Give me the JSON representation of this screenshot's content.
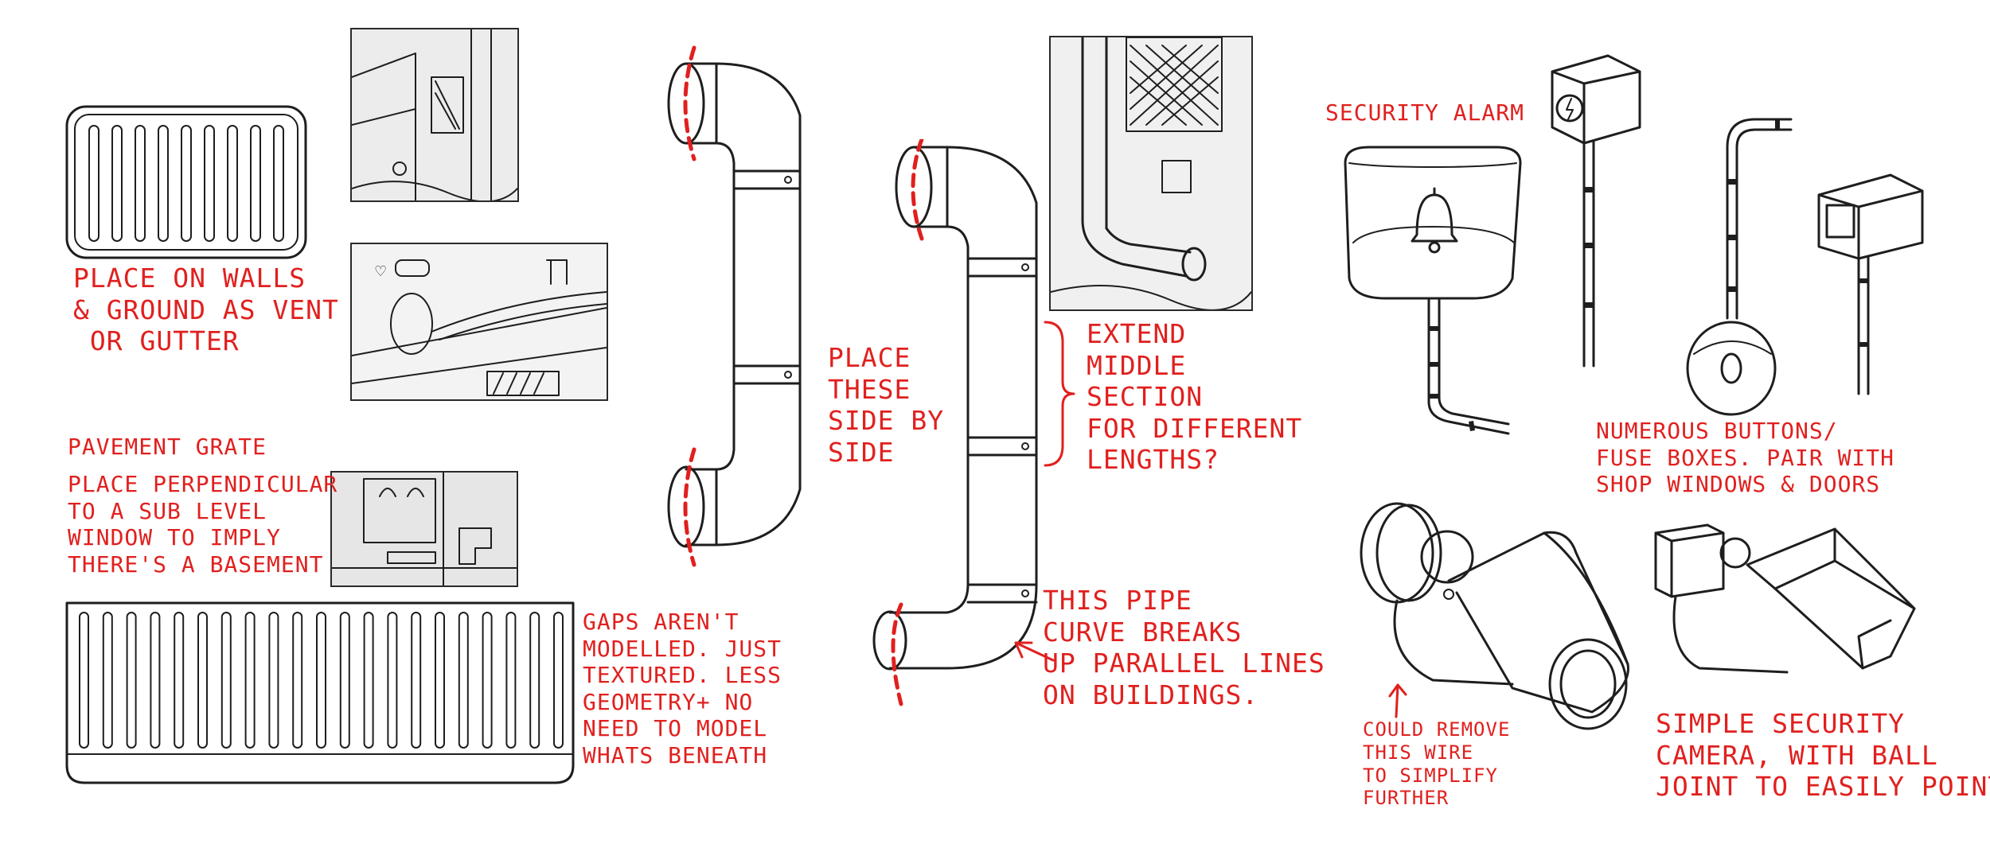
{
  "notes": {
    "vent": "PLACE ON WALLS\n& GROUND AS VENT\n OR GUTTER",
    "pavement_title": "PAVEMENT GRATE",
    "pavement_body": "PLACE PERPENDICULAR\nTO A SUB LEVEL\nWINDOW TO IMPLY\nTHERE'S A BASEMENT",
    "gaps": "GAPS AREN'T\nMODELLED. JUST\nTEXTURED. LESS\nGEOMETRY+ NO\nNEED TO MODEL\nWHATS BENEATH",
    "place_side": "PLACE\nTHESE\nSIDE BY\nSIDE",
    "extend": "EXTEND\nMIDDLE\nSECTION\nFOR DIFFERENT\nLENGTHS?",
    "pipe_curve": "THIS PIPE\nCURVE BREAKS\nUP PARALLEL LINES\nON BUILDINGS.",
    "security_alarm": "SECURITY ALARM",
    "buttons": "NUMEROUS BUTTONS/\nFUSE BOXES. PAIR WITH\nSHOP WINDOWS & DOORS",
    "remove_wire": "COULD REMOVE\nTHIS WIRE\nTO SIMPLIFY\nFURTHER",
    "camera": "SIMPLE SECURITY\nCAMERA, WITH BALL\nJOINT TO EASILY POINT."
  },
  "icons": {
    "alarm_bell": "bell-icon",
    "fuse_bolt": "lightning-bolt-icon"
  },
  "colors": {
    "annotation": "#e0201e",
    "ink": "#1e1e1e",
    "paper": "#ffffff"
  }
}
